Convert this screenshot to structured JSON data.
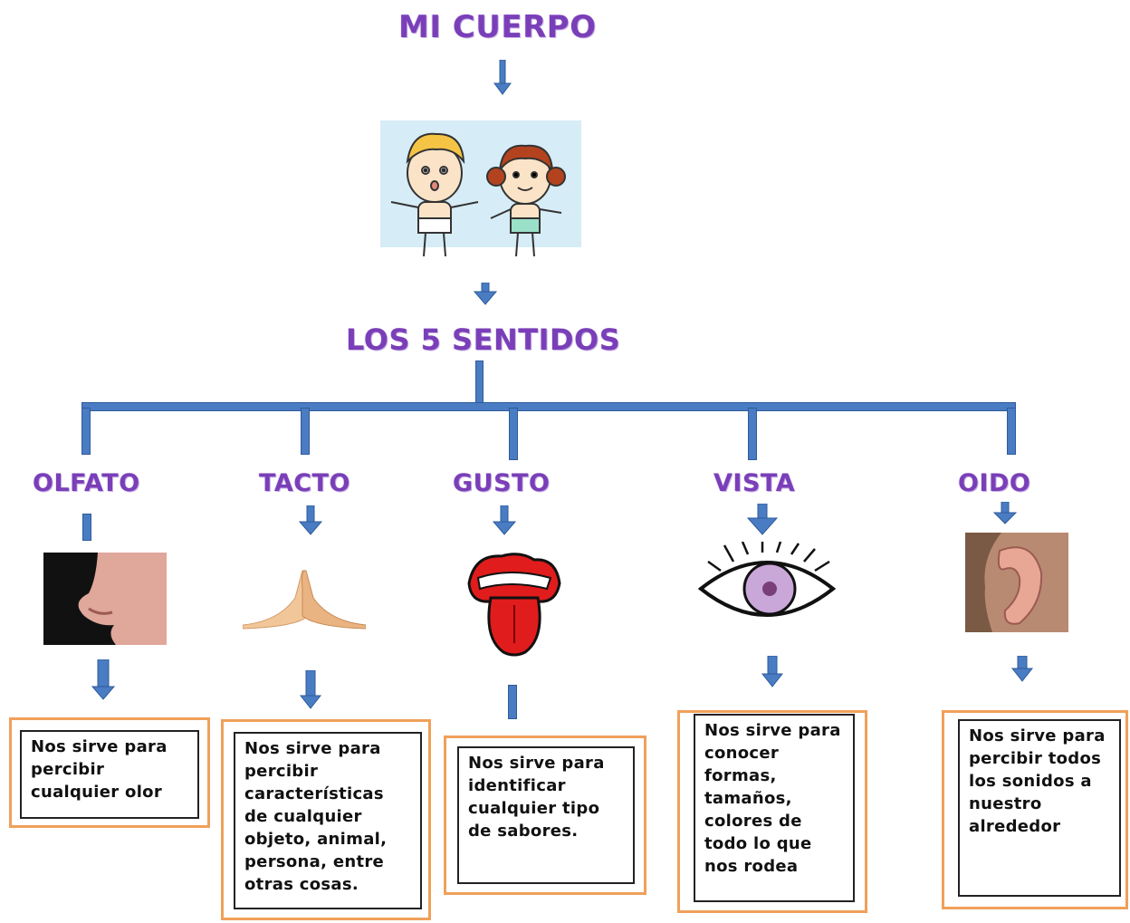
{
  "title": "MI CUERPO",
  "subtitle": "LOS 5 SENTIDOS",
  "senses": [
    {
      "name": "OLFATO",
      "description": "Nos sirve para percibir cualquier olor",
      "icon": "nose-icon"
    },
    {
      "name": "TACTO",
      "description": "Nos sirve para percibir características de cualquier objeto, animal, persona, entre otras cosas.",
      "icon": "hands-icon"
    },
    {
      "name": "GUSTO",
      "description": "Nos sirve para identificar cualquier tipo de sabores.",
      "icon": "tongue-icon"
    },
    {
      "name": "VISTA",
      "description": "Nos sirve para conocer formas, tamaños, colores de todo lo que nos rodea",
      "icon": "eye-icon"
    },
    {
      "name": "OIDO",
      "description": "Nos sirve para percibir todos los sonidos a nuestro alrededor",
      "icon": "ear-icon"
    }
  ],
  "colors": {
    "title": "#7a3fb8",
    "connector": "#4a7cc4",
    "box_border": "#f0a05a"
  }
}
